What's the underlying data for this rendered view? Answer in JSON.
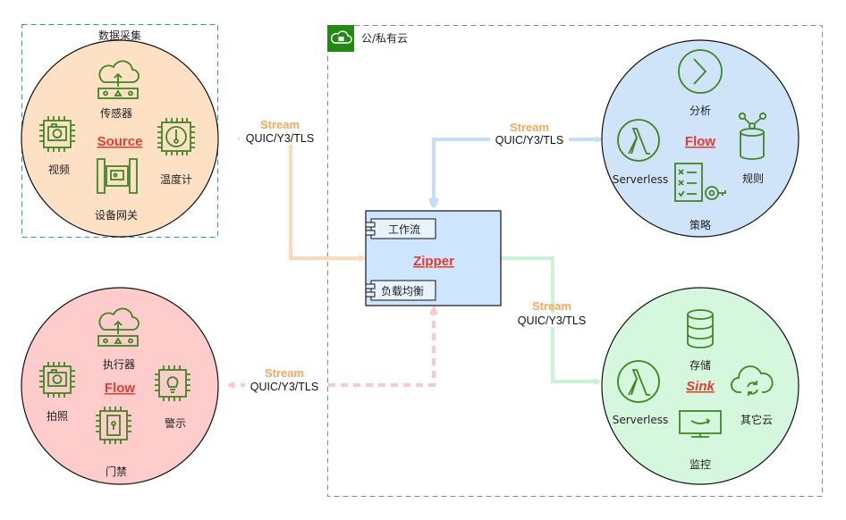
{
  "collect_group": {
    "title": "数据采集"
  },
  "cloud_group": {
    "title": "公/私有云"
  },
  "source": {
    "title": "Source",
    "items": {
      "sensor": "传感器",
      "video": "视频",
      "thermometer": "温度计",
      "gateway": "设备网关"
    }
  },
  "flow_top": {
    "title": "Flow",
    "items": {
      "analysis": "分析",
      "serverless": "Serverless",
      "rules": "规则",
      "policy": "策略"
    }
  },
  "flow_bottom": {
    "title": "Flow",
    "items": {
      "actuator": "执行器",
      "photo": "拍照",
      "alarm": "警示",
      "access": "门禁"
    }
  },
  "sink": {
    "title": "Sink",
    "items": {
      "storage": "存储",
      "serverless": "Serverless",
      "other_cloud": "其它云",
      "monitor": "监控"
    }
  },
  "zipper": {
    "title": "Zipper",
    "workflow": "工作流",
    "load_balance": "负载均衡"
  },
  "streams": [
    {
      "label": "Stream",
      "protocol": "QUIC/Y3/TLS"
    },
    {
      "label": "Stream",
      "protocol": "QUIC/Y3/TLS"
    },
    {
      "label": "Stream",
      "protocol": "QUIC/Y3/TLS"
    },
    {
      "label": "Stream",
      "protocol": "QUIC/Y3/TLS"
    }
  ],
  "colors": {
    "source_fill": "#fee0c5",
    "flow_bottom_fill": "#ffcccc",
    "flow_top_fill": "#cfe3f9",
    "sink_fill": "#d5f7de",
    "zipper_fill": "#cde6fe",
    "icon_green": "#3f8624",
    "title_red": "#e03c31",
    "stream_orange": "#f5b97b",
    "cloud_green": "#248814"
  }
}
